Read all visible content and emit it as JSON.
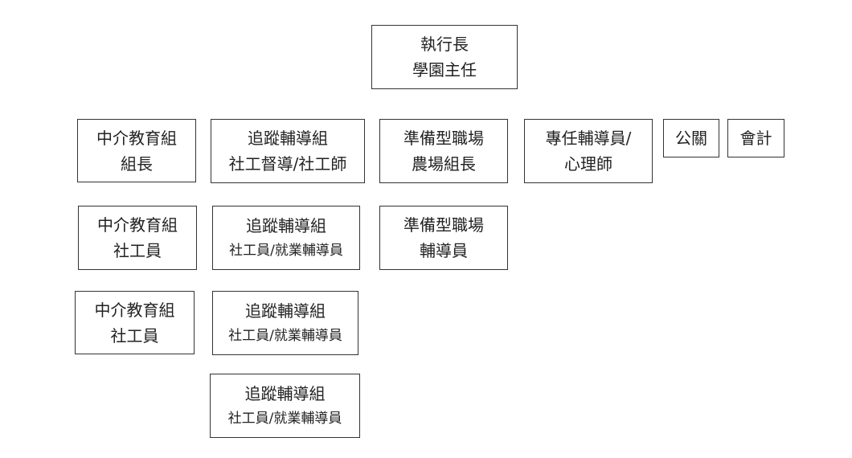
{
  "chart": {
    "ceo": {
      "line1": "執行長",
      "line2": "學園主任"
    },
    "row1": {
      "mediation_leader": {
        "line1": "中介教育組",
        "line2": "組長"
      },
      "tracking_supervisor": {
        "line1": "追蹤輔導組",
        "line2": "社工督導/社工師"
      },
      "farm_leader": {
        "line1": "準備型職場",
        "line2": "農場組長"
      },
      "counselor": {
        "line1": "專任輔導員/",
        "line2": "心理師"
      },
      "public_relations": {
        "line1": "公關"
      },
      "accounting": {
        "line1": "會計"
      }
    },
    "row2": {
      "mediation_social_worker": {
        "line1": "中介教育組",
        "line2": "社工員"
      },
      "tracking_worker": {
        "line1": "追蹤輔導組",
        "line2": "社工員/就業輔導員"
      },
      "farm_counselor": {
        "line1": "準備型職場",
        "line2": "輔導員"
      }
    },
    "row3": {
      "mediation_social_worker": {
        "line1": "中介教育組",
        "line2": "社工員"
      },
      "tracking_worker": {
        "line1": "追蹤輔導組",
        "line2": "社工員/就業輔導員"
      }
    },
    "row4": {
      "tracking_worker": {
        "line1": "追蹤輔導組",
        "line2": "社工員/就業輔導員"
      }
    }
  }
}
